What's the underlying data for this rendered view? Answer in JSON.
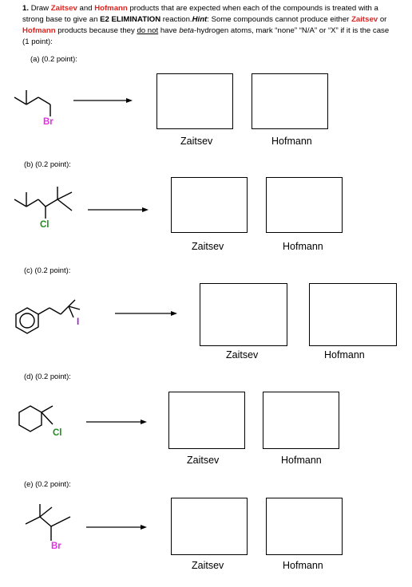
{
  "question": {
    "number": "1.",
    "t1": "Draw",
    "zaitsev": "Zaitsev",
    "and": "and",
    "hofmann": "Hofmann",
    "t2": "products that are expected when each of the compounds is treated with a strong base to give an",
    "e2": "E2 ELIMINATION",
    "t3": "reaction.",
    "hint": "Hint",
    "t4": ": Some compounds cannot produce either",
    "or": "or",
    "t5": "products because they",
    "donot": "do not",
    "t6": "have",
    "beta": "beta",
    "t7": "-hydrogen atoms, mark “none” “N/A” or “X” if it is the case (1 point):"
  },
  "parts": [
    {
      "label": "(a)  (0.2 point):",
      "halogen": "Br",
      "halogen_color": "#e62ee6",
      "zaitsev": "Zaitsev",
      "hofmann": "Hofmann"
    },
    {
      "label": "(b)  (0.2 point):",
      "halogen": "Cl",
      "halogen_color": "#1f8c1f",
      "zaitsev": "Zaitsev",
      "hofmann": "Hofmann"
    },
    {
      "label": "(c)  (0.2 point):",
      "halogen": "I",
      "halogen_color": "#9b1fd1",
      "zaitsev": "Zaitsev",
      "hofmann": "Hofmann"
    },
    {
      "label": "(d)  (0.2 point):",
      "halogen": "Cl",
      "halogen_color": "#1f8c1f",
      "zaitsev": "Zaitsev",
      "hofmann": "Hofmann"
    },
    {
      "label": "(e)  (0.2 point):",
      "halogen": "Br",
      "halogen_color": "#e62ee6",
      "zaitsev": "Zaitsev",
      "hofmann": "Hofmann"
    }
  ]
}
